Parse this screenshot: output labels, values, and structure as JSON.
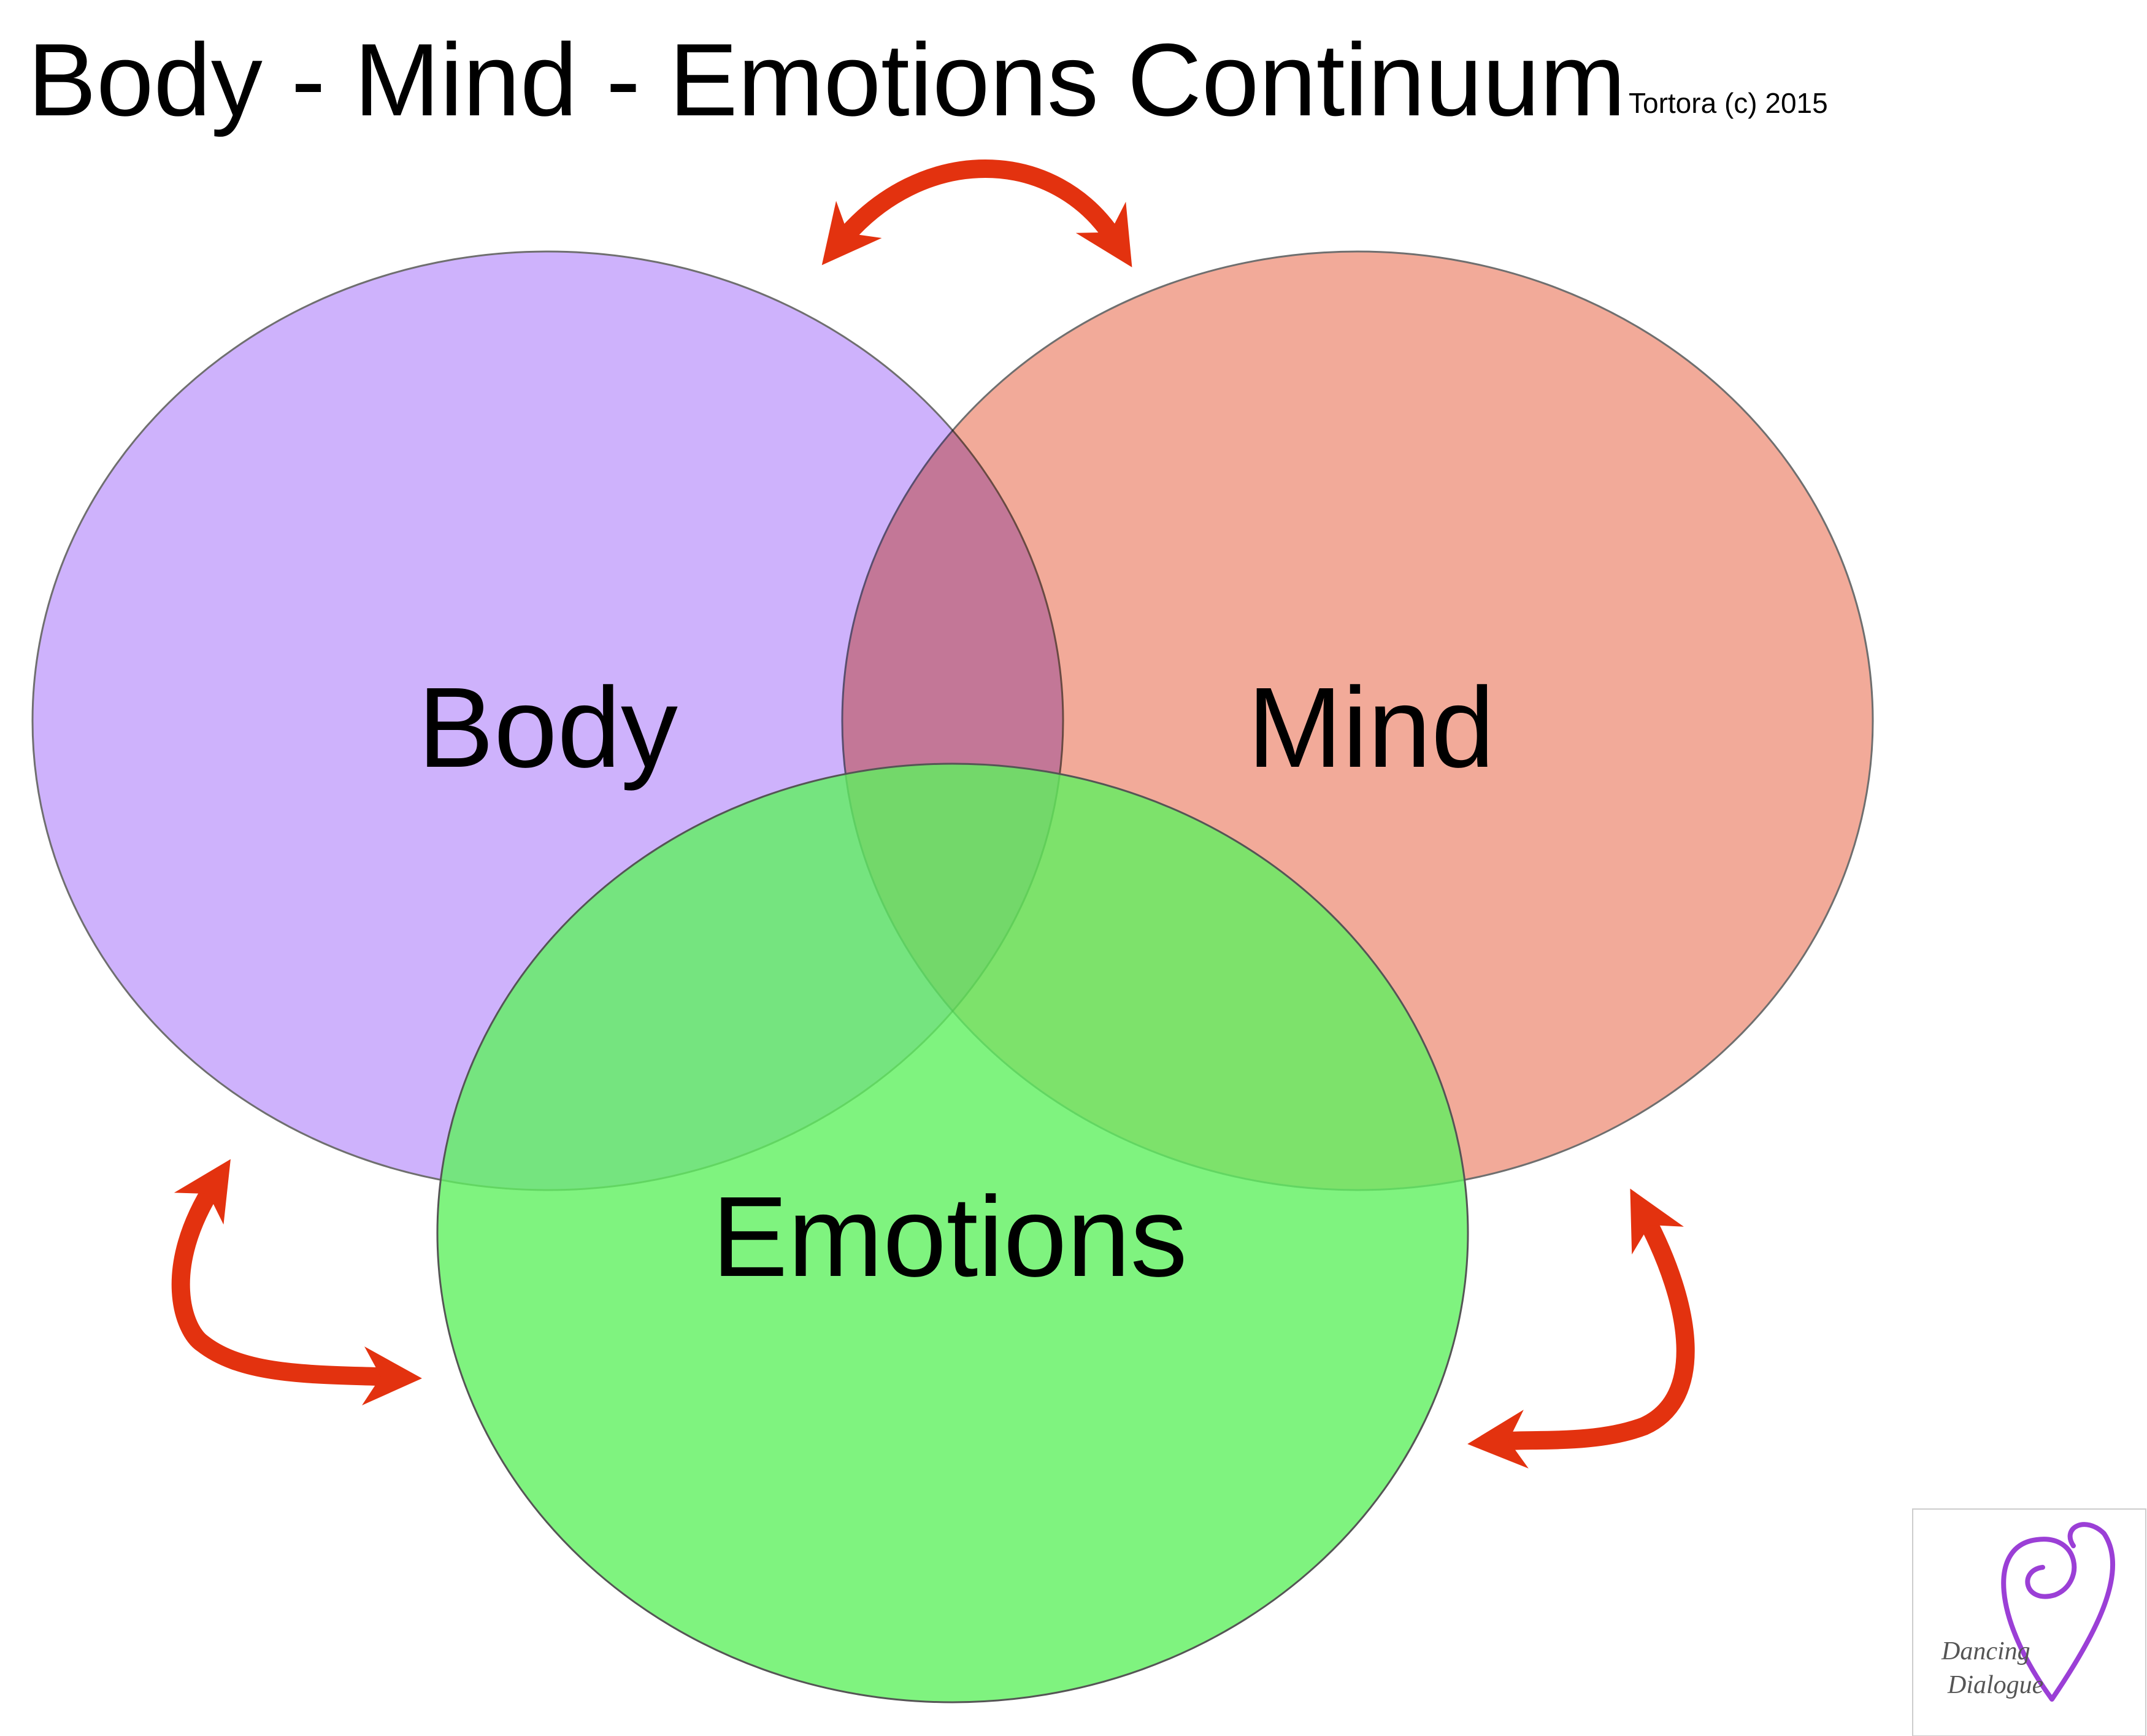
{
  "diagram": {
    "title": "Body - Mind - Emotions Continuum",
    "credit": "Tortora (c) 2015",
    "circles": [
      {
        "id": "body",
        "label": "Body",
        "fill": "#cbaefc"
      },
      {
        "id": "mind",
        "label": "Mind",
        "fill": "#f1a594"
      },
      {
        "id": "emotions",
        "label": "Emotions",
        "fill": "#5ff05f"
      }
    ],
    "arrow_color": "#e3320f",
    "logo": {
      "line1": "Dancing",
      "line2": "Dialogue",
      "color": "#9b3fd6"
    }
  }
}
